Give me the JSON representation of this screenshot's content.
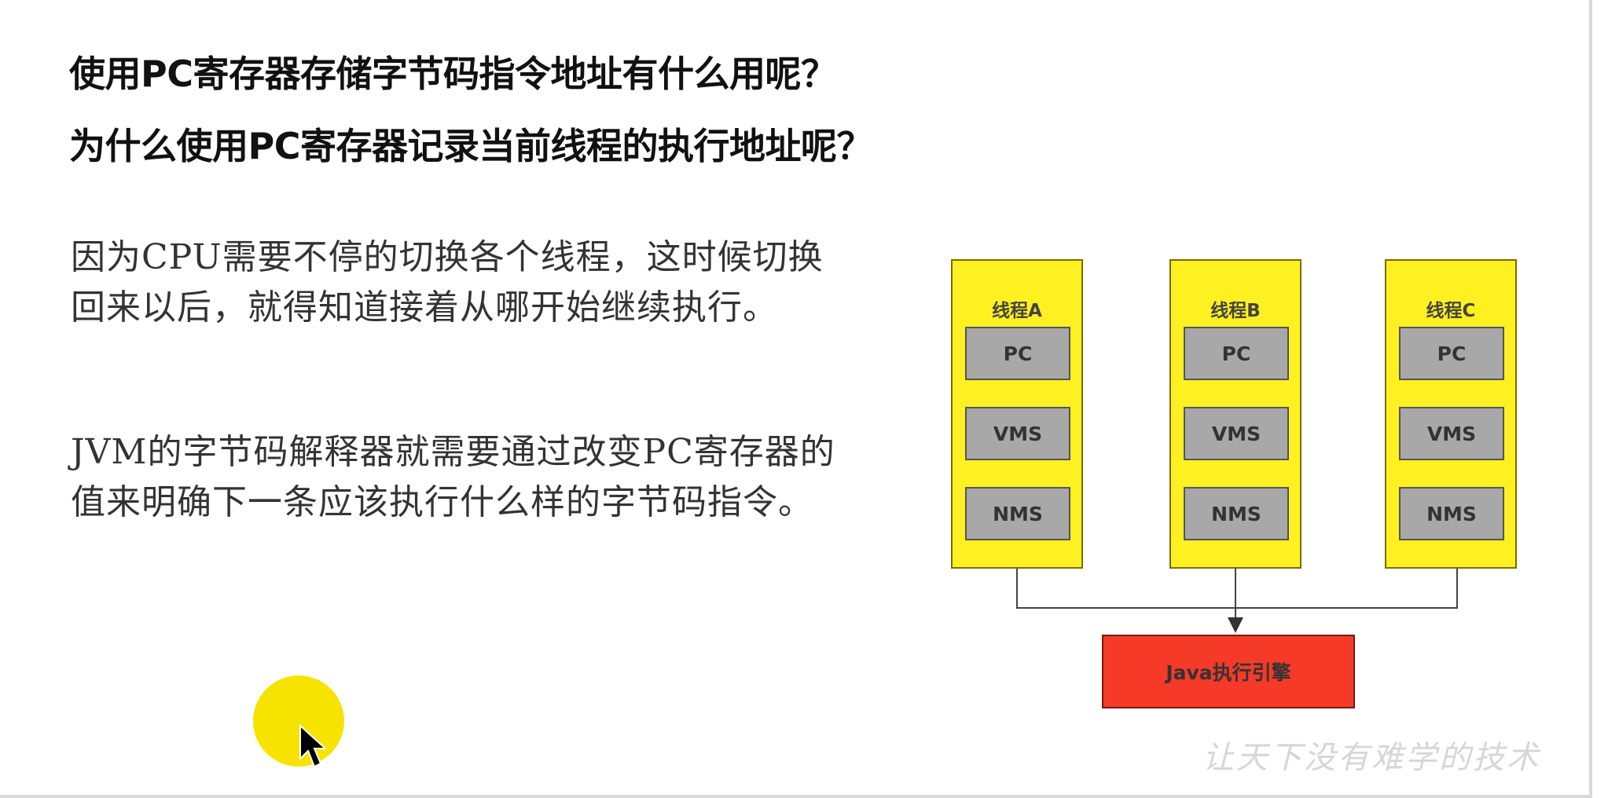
{
  "slide": {
    "question_1": "使用PC寄存器存储字节码指令地址有什么用呢？",
    "question_2": "为什么使用PC寄存器记录当前线程的执行地址呢？",
    "paragraph_1": "因为CPU需要不停的切换各个线程，这时候切换回来以后，就得知道接着从哪开始继续执行。",
    "paragraph_2": "JVM的字节码解释器就需要通过改变PC寄存器的值来明确下一条应该执行什么样的字节码指令。",
    "watermark": "让天下没有难学的技术"
  },
  "diagram": {
    "threads": [
      {
        "label": "线程A",
        "pc": "PC",
        "vms": "VMS",
        "nms": "NMS"
      },
      {
        "label": "线程B",
        "pc": "PC",
        "vms": "VMS",
        "nms": "NMS"
      },
      {
        "label": "线程C",
        "pc": "PC",
        "vms": "VMS",
        "nms": "NMS"
      }
    ],
    "engine_label": "Java执行引擎",
    "colors": {
      "thread_fill": "#fff021",
      "register_fill": "#a8a8a8",
      "engine_fill": "#f53a27"
    }
  },
  "overlay": {
    "cursor_highlight_color": "#f7e300",
    "cursor_icon": "mouse-pointer-icon"
  }
}
